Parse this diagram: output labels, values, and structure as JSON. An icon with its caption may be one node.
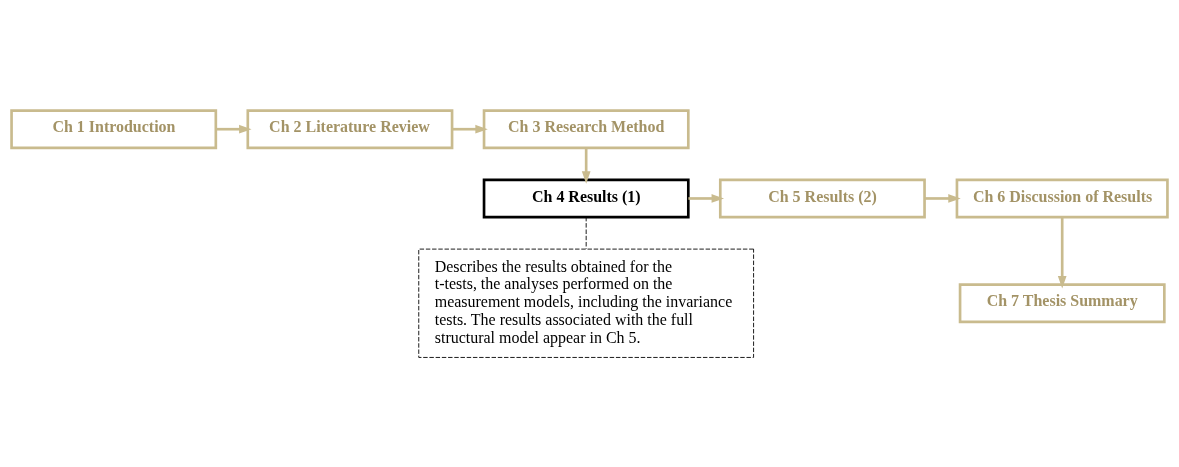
{
  "diagram": {
    "nodes": [
      {
        "text": [
          "Ch 1 Introduction"
        ]
      },
      {
        "text": [
          "Ch 2 Literature Review"
        ]
      },
      {
        "text": [
          "Ch 3 Research Method"
        ]
      },
      {
        "text": [
          "Ch 4 Results (1)"
        ]
      },
      {
        "text": [
          "Ch 5 Results (2)"
        ]
      },
      {
        "text": [
          "Ch 6 Discussion of Results"
        ]
      },
      {
        "text": [
          "Ch 7 Thesis Summary"
        ]
      },
      {
        "text": [
          "Describes the results obtained for the t-tests, the analyses performed on the measurement models, including the invariance tests. The results associated with the full structural model appear in Ch 5."
        ]
      }
    ],
    "edges": [
      {
        "from": 0,
        "to": 1,
        "arrow": "to"
      },
      {
        "from": 1,
        "to": 2,
        "arrow": "to"
      },
      {
        "from": 2,
        "to": 3,
        "arrow": "to"
      },
      {
        "from": 3,
        "to": 4,
        "arrow": "to"
      },
      {
        "from": 4,
        "to": 5,
        "arrow": "to"
      },
      {
        "from": 5,
        "to": 6,
        "arrow": "to"
      },
      {
        "from": 3,
        "to": 7,
        "arrow": "none",
        "style": "dashed",
        "color": "#000000"
      }
    ]
  }
}
